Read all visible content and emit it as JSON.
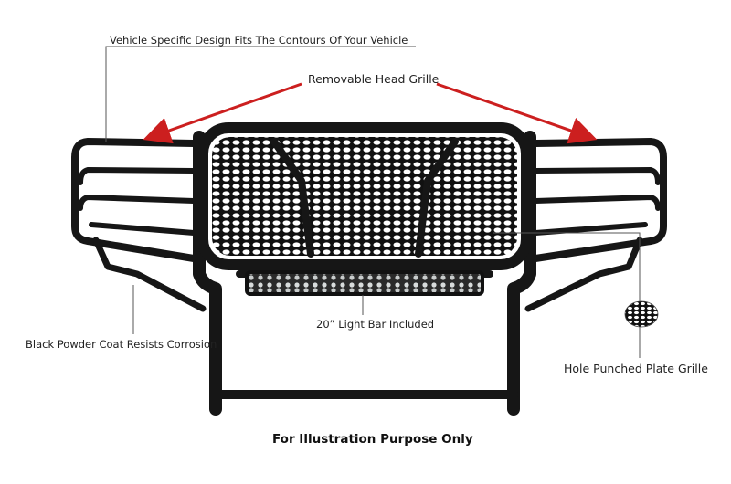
{
  "callouts": {
    "vehicle_design": "Vehicle Specific Design Fits The Contours Of Your Vehicle",
    "head_grille": "Removable Head Grille",
    "light_bar": "20” Light Bar Included",
    "powder_coat": "Black Powder Coat Resists Corrosion",
    "plate_grille": "Hole Punched Plate Grille"
  },
  "footer": "For Illustration Purpose Only",
  "colors": {
    "arrow": "#cc1f1f",
    "frame": "#1a1a1a",
    "leader": "#555555"
  },
  "icons": [
    "grille-guard-illustration",
    "light-bar-icon",
    "mesh-swatch-icon"
  ]
}
